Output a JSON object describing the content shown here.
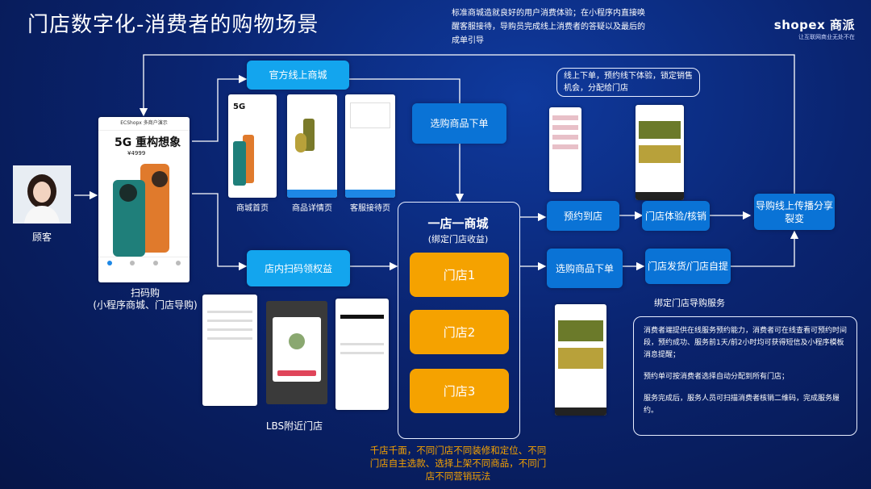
{
  "header": {
    "title": "门店数字化-消费者的购物场景",
    "intro": "标准商城造就良好的用户消费体验；在小程序内直接唤醒客服接待，导购员完成线上消费者的答疑以及最后的成单引导",
    "logo_main": "shopex 商派",
    "logo_sub": "让互联网商业无处不在"
  },
  "customer": {
    "label": "顾客"
  },
  "scan": {
    "label_line1": "扫码购",
    "label_line2": "(小程序商城、门店导购)"
  },
  "phone_main": {
    "header": "ECShopx 多商户演示",
    "promo": "5G 重构想象",
    "price": "¥4999"
  },
  "flow": {
    "official_mall": "官方线上商城",
    "select_order_1": "选购商品下单",
    "instore_scan": "店内扫码领权益",
    "one_store": "一店一商城",
    "bind_store": "(绑定门店收益)",
    "store1": "门店1",
    "store2": "门店2",
    "store3": "门店3",
    "reserve": "预约到店",
    "experience": "门店体验/核销",
    "spread": "导购线上传播分享裂变",
    "select_order_2": "选购商品下单",
    "ship": "门店发货/门店自提",
    "bind_service": "绑定门店导购服务",
    "reserve_note": "线上下单，预约线下体验，锁定销售机会，分配给门店"
  },
  "screens": {
    "home": "商城首页",
    "detail": "商品详情页",
    "service": "客服接待页",
    "lbs": "LBS附近门店"
  },
  "orange_note": "千店千面，不同门店不同装修和定位、不同门店自主选款、选择上架不同商品，不同门店不同营销玩法",
  "service_note": {
    "p1": "消费者端提供在线服务预约能力，消费者可在线查看可预约时间段，预约成功、服务前1天/前2小时均可获得短信及小程序模板消息提醒；",
    "p2": "预约单可按消费者选择自动分配到所有门店；",
    "p3": "服务完成后，服务人员可扫描消费者核销二维码，完成服务履约。"
  },
  "colors": {
    "blue_box": "#0a73d6",
    "cyan_box": "#13a5ee",
    "orange": "#f5a200",
    "background": "#0a2470"
  }
}
